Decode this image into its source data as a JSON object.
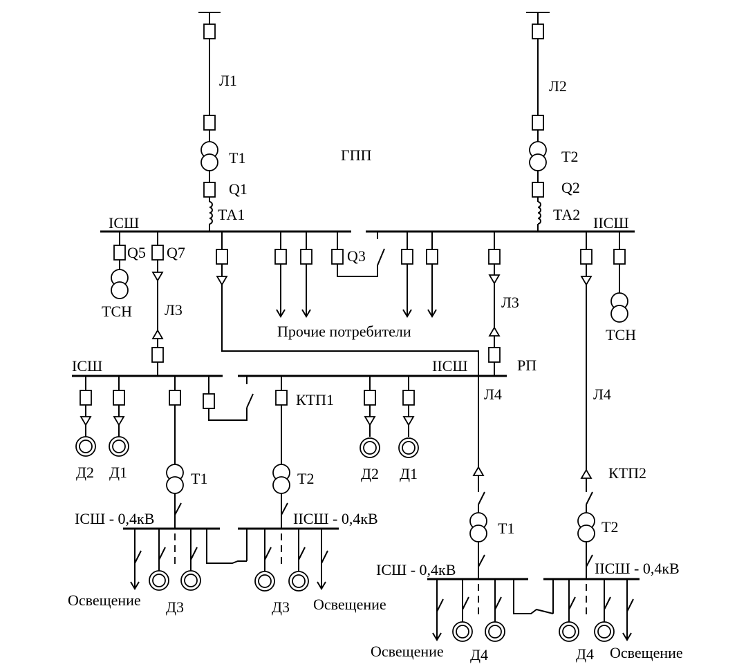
{
  "labels": {
    "gpp": "ГПП",
    "l1": "Л1",
    "l2": "Л2",
    "t1_top": "Т1",
    "t2_top": "Т2",
    "q1": "Q1",
    "q2": "Q2",
    "ta1": "ТА1",
    "ta2": "ТА2",
    "bus1_top": "IСШ",
    "bus2_top": "IIСШ",
    "q5": "Q5",
    "q7": "Q7",
    "q3": "Q3",
    "tsn_left": "ТСН",
    "tsn_right": "ТСН",
    "l3_left": "Л3",
    "l3_right": "Л3",
    "other_consumers": "Прочие потребители",
    "bus1_rp": "IСШ",
    "bus2_rp": "IIСШ",
    "rp": "РП",
    "ktp1": "КТП1",
    "l4_mid": "Л4",
    "l4_right": "Л4",
    "d2_left": "Д2",
    "d1_left": "Д1",
    "d2_mid": "Д2",
    "d1_mid": "Д1",
    "t1_ktp1": "Т1",
    "t2_ktp1": "Т2",
    "ktp2": "КТП2",
    "bus1_04_left": "IСШ - 0,4кВ",
    "bus2_04_left": "IIСШ - 0,4кВ",
    "t1_ktp2": "Т1",
    "t2_ktp2": "Т2",
    "bus1_04_right": "IСШ - 0,4кВ",
    "bus2_04_right": "IIСШ - 0,4кВ",
    "lighting_1": "Освещение",
    "d3_left": "Д3",
    "d3_right": "Д3",
    "lighting_2": "Освещение",
    "lighting_3": "Освещение",
    "d4_left": "Д4",
    "d4_right": "Д4",
    "lighting_4": "Освещение"
  },
  "colors": {
    "line": "#000000",
    "background": "#ffffff"
  }
}
